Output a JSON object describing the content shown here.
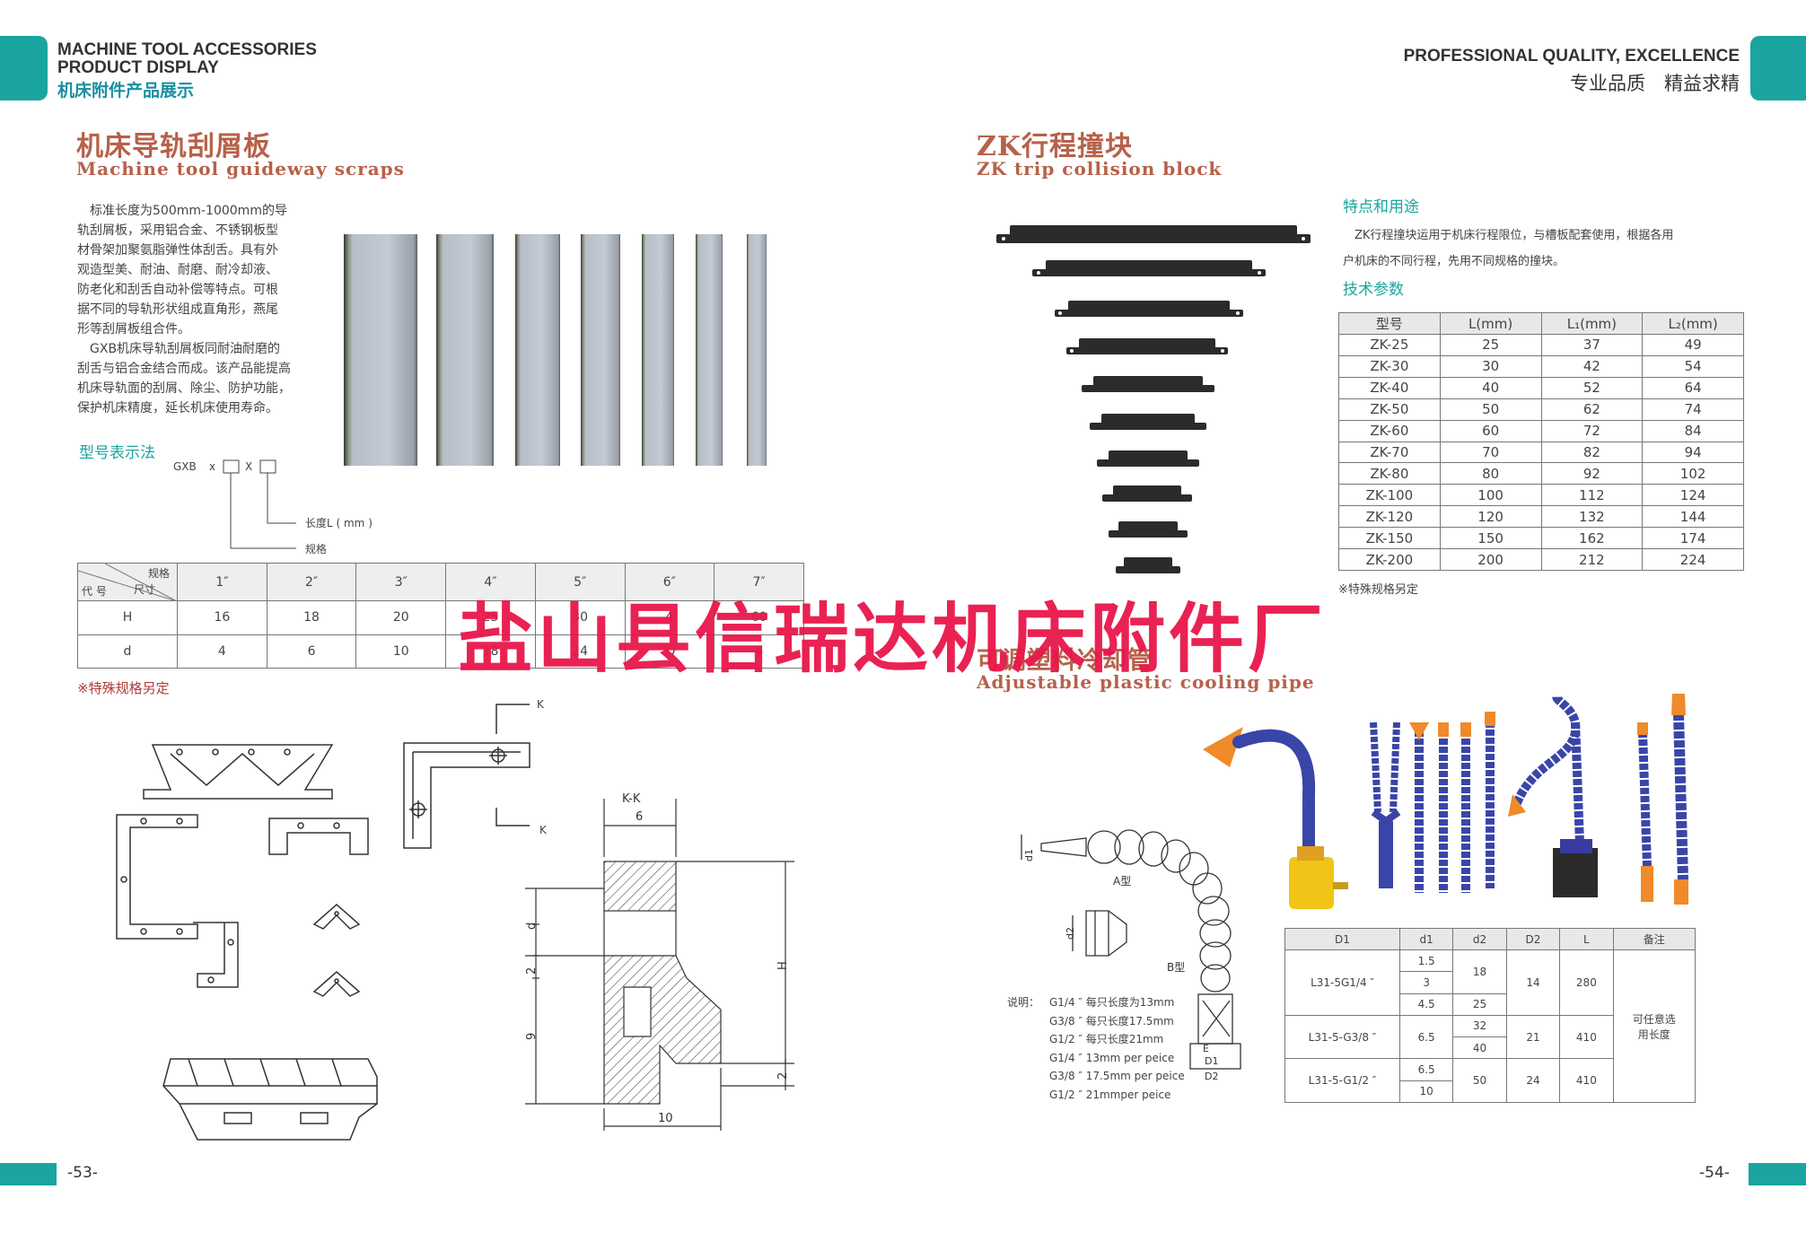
{
  "header_left": {
    "line1": "MACHINE TOOL ACCESSORIES",
    "line2": "PRODUCT DISPLAY",
    "cn": "机床附件产品展示"
  },
  "header_right": {
    "line1": "PROFESSIONAL QUALITY, EXCELLENCE",
    "cn": "专业品质　精益求精"
  },
  "scraps": {
    "title_cn": "机床导轨刮屑板",
    "title_en": "Machine tool guideway scraps",
    "desc_lines": [
      "　标准长度为500mm-1000mm的导",
      "轨刮屑板，采用铝合金、不锈钢板型",
      "材骨架加聚氨脂弹性体刮舌。具有外",
      "观造型美、耐油、耐磨、耐冷却液、",
      "防老化和刮舌自动补偿等特点。可根",
      "据不同的导轨形状组成直角形，燕尾",
      "形等刮屑板组合件。",
      "　GXB机床导轨刮屑板同耐油耐磨的",
      "刮舌与铝合金结合而成。该产品能提高",
      "机床导轨面的刮屑、除尘、防护功能，",
      "保护机床精度，延长机床使用寿命。"
    ],
    "model_title": "型号表示法",
    "model_code": "GXB",
    "model_x1": "x",
    "model_x2": "X",
    "label_length": "长度L ( mm )",
    "label_spec": "规格",
    "table": {
      "corner_top": "规格",
      "corner_mid": "尺寸",
      "corner_bottom": "代 号",
      "columns": [
        "1″",
        "2″",
        "3″",
        "4″",
        "5″",
        "6″",
        "7″"
      ],
      "rows": [
        {
          "name": "H",
          "values": [
            "16",
            "18",
            "20",
            "25",
            "30",
            "4",
            "60"
          ]
        },
        {
          "name": "d",
          "values": [
            "4",
            "6",
            "10",
            "18",
            "24",
            "37",
            "4"
          ]
        }
      ]
    },
    "note": "※特殊规格另定",
    "drawing": {
      "k_top": "K",
      "k_bottom": "K",
      "kk": "K-K",
      "six": "6",
      "d": "d",
      "two": "2",
      "nine": "9",
      "h": "H",
      "two_b": "2",
      "ten": "10"
    }
  },
  "zk": {
    "title_cn": "ZK行程撞块",
    "title_en": "ZK trip collision block",
    "features_title": "特点和用途",
    "features_lines": [
      "　ZK行程撞块运用于机床行程限位，与槽板配套使用，根据各用",
      "户机床的不同行程，先用不同规格的撞块。"
    ],
    "tech_title": "技术参数",
    "table": {
      "headers": [
        "型号",
        "L(mm)",
        "L₁(mm)",
        "L₂(mm)"
      ],
      "rows": [
        [
          "ZK-25",
          "25",
          "37",
          "49"
        ],
        [
          "ZK-30",
          "30",
          "42",
          "54"
        ],
        [
          "ZK-40",
          "40",
          "52",
          "64"
        ],
        [
          "ZK-50",
          "50",
          "62",
          "74"
        ],
        [
          "ZK-60",
          "60",
          "72",
          "84"
        ],
        [
          "ZK-70",
          "70",
          "82",
          "94"
        ],
        [
          "ZK-80",
          "80",
          "92",
          "102"
        ],
        [
          "ZK-100",
          "100",
          "112",
          "124"
        ],
        [
          "ZK-120",
          "120",
          "132",
          "144"
        ],
        [
          "ZK-150",
          "150",
          "162",
          "174"
        ],
        [
          "ZK-200",
          "200",
          "212",
          "224"
        ]
      ]
    },
    "note": "※特殊规格另定"
  },
  "pipe": {
    "title_cn": "可调塑料冷却管",
    "title_en": "Adjustable plastic cooling pipe",
    "label_a": "A型",
    "label_b": "B型",
    "label_d1": "d1",
    "label_d2": "d2",
    "label_e": "E",
    "label_D1": "D1",
    "label_D2": "D2",
    "legend_title": "说明：",
    "legend_lines": [
      "G1/4 ″ 每只长度为13mm",
      "G3/8 ″ 每只长度17.5mm",
      "G1/2 ″ 每只长度21mm",
      "G1/4 ″ 13mm per peice",
      "G3/8 ″ 17.5mm per peice",
      "G1/2 ″ 21mmper peice"
    ],
    "table": {
      "headers": [
        "D1",
        "d1",
        "d2",
        "D2",
        "L",
        "备注"
      ],
      "g1_name": "L31-5G1/4 ″",
      "g1_d1": [
        "1.5",
        "3",
        "4.5"
      ],
      "g1_d2": [
        "18",
        "25"
      ],
      "g1_D2": "14",
      "g1_L": "280",
      "g2_name": "L31-5-G3/8 ″",
      "g2_d1": "6.5",
      "g2_d2": [
        "32",
        "40"
      ],
      "g2_D2": "21",
      "g2_L": "410",
      "g3_name": "L31-5-G1/2 ″",
      "g3_d1": [
        "6.5",
        "10"
      ],
      "g3_d2": "50",
      "g3_D2": "24",
      "g3_L": "410",
      "remark": "可任意选\n用长度"
    }
  },
  "watermark": "盐山县信瑞达机床附件厂",
  "page_left": "-53-",
  "page_right": "-54-",
  "colors": {
    "teal": "#1aa5a0",
    "title": "#b7614a",
    "watermark": "#e8174a",
    "pipe_blue": "#3a45a8",
    "pipe_orange": "#f08a2a"
  }
}
